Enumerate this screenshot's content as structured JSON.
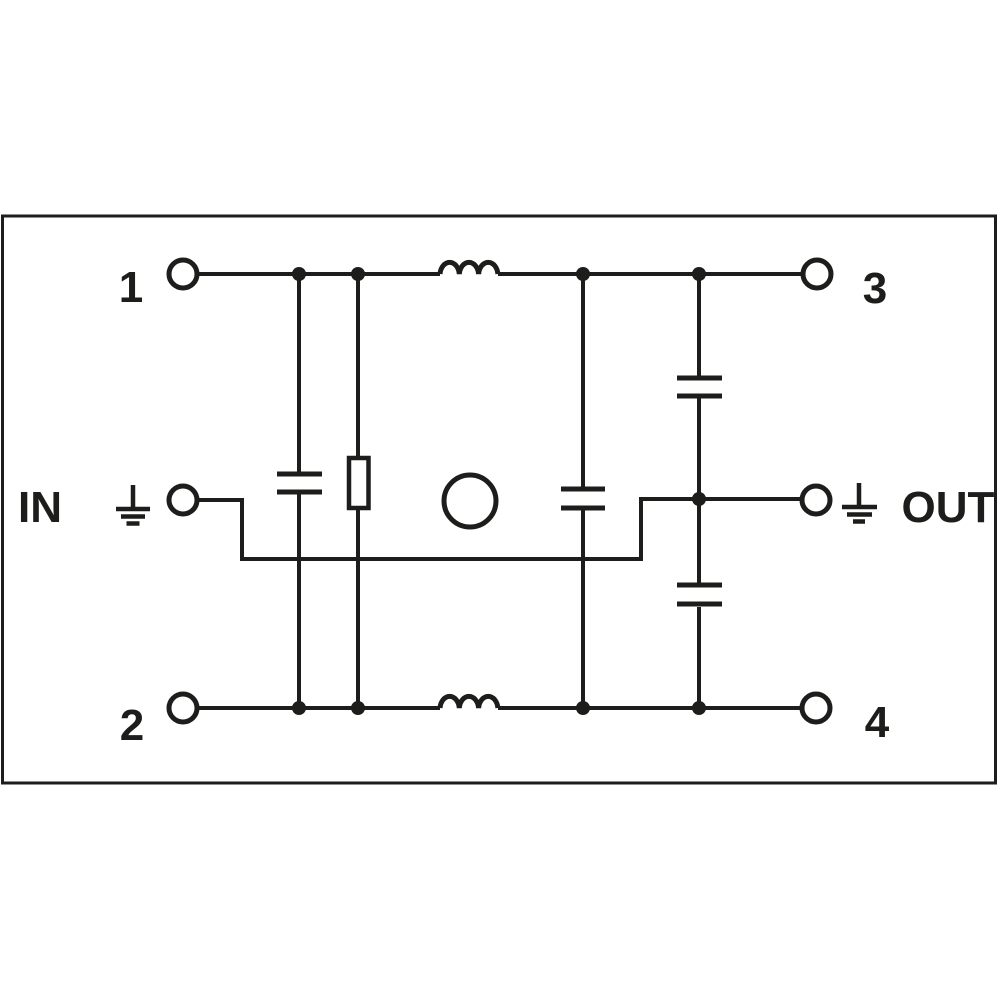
{
  "diagram": {
    "type": "circuit-schematic",
    "description": "EMI mains filter block diagram with input/output terminals",
    "colors": {
      "line": "#1d1d1b",
      "background": "#ffffff"
    },
    "ports": {
      "in_label": "IN",
      "out_label": "OUT"
    },
    "terminals": [
      {
        "label": "1",
        "position": "top-left"
      },
      {
        "label": "2",
        "position": "bottom-left"
      },
      {
        "label": "3",
        "position": "top-right"
      },
      {
        "label": "4",
        "position": "bottom-right"
      }
    ],
    "components": [
      {
        "type": "inductor",
        "location": "top line between 1 and 3"
      },
      {
        "type": "inductor",
        "location": "bottom line between 2 and 4"
      },
      {
        "type": "capacitor",
        "location": "left branch between top and bottom lines"
      },
      {
        "type": "resistor",
        "location": "second left branch between top and bottom lines"
      },
      {
        "type": "capacitor",
        "location": "center branch between top and bottom lines"
      },
      {
        "type": "capacitor",
        "location": "right branch, top line to ground line"
      },
      {
        "type": "capacitor",
        "location": "right branch, ground line to bottom line"
      },
      {
        "type": "circle-element",
        "location": "center of diagram"
      },
      {
        "type": "earth-ground",
        "location": "beside IN terminal"
      },
      {
        "type": "earth-ground",
        "location": "beside OUT terminal"
      }
    ]
  }
}
